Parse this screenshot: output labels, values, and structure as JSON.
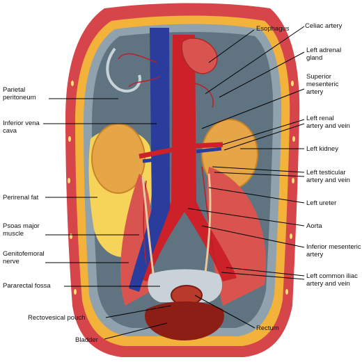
{
  "labels": {
    "esophagus": "Esophagus",
    "celiac_artery": "Celiac artery",
    "left_adrenal_1": "Left adrenal",
    "left_adrenal_2": "gland",
    "superior_mesenteric_1": "Superior",
    "superior_mesenteric_2": "mesenteric",
    "superior_mesenteric_3": "artery",
    "left_renal_1": "Left renal",
    "left_renal_2": "artery and vein",
    "left_kidney": "Left kidney",
    "left_testicular_1": "Left testicular",
    "left_testicular_2": "artery and vein",
    "left_ureter": "Left ureter",
    "aorta": "Aorta",
    "inferior_mesenteric_1": "Inferior mesenteric",
    "inferior_mesenteric_2": "artery",
    "left_common_iliac_1": "Left common iliac",
    "left_common_iliac_2": "artery and vein",
    "rectum": "Rectum",
    "parietal_peritoneum_1": "Parietal",
    "parietal_peritoneum_2": "peritoneum",
    "inferior_vena_cava_1": "Inferior vena",
    "inferior_vena_cava_2": "cava",
    "perirenal_fat": "Perirenal fat",
    "psoas_major_1": "Psoas major",
    "psoas_major_2": "muscle",
    "genitofemoral_1": "Genitofemoral",
    "genitofemoral_2": "nerve",
    "pararectal_fossa": "Pararectal fossa",
    "rectovesical_pouch": "Rectovesical pouch",
    "bladder": "Bladder"
  },
  "colors": {
    "body_wall": "#d6454a",
    "wall_inner": "#f3b23a",
    "peritoneum": "#8fa2ad",
    "cavity": "#5f7480",
    "kidney": "#e6a547",
    "fat": "#f6d45a",
    "aorta": "#cc2128",
    "vein": "#2a3c9c",
    "muscle": "#d9544e",
    "bladder": "#8c1e16",
    "leader": "#000000"
  }
}
